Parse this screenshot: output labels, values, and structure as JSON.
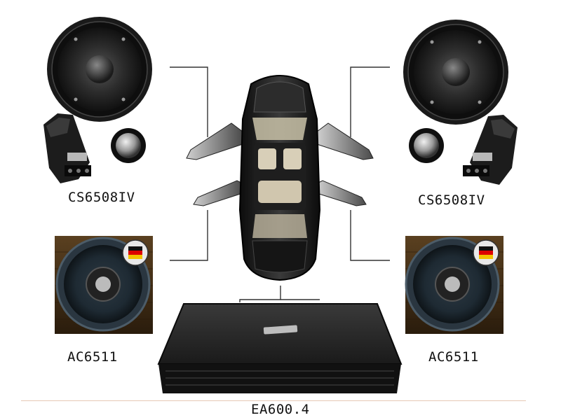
{
  "labels": {
    "component_left": "CS6508IV",
    "component_right": "CS6508IV",
    "coaxial_left": "AC6511",
    "coaxial_right": "AC6511",
    "amplifier": "EA600.4"
  },
  "colors": {
    "background": "#ffffff",
    "connector_lines": "#333333",
    "car_body": "#1a1a1a",
    "speaker_cone": "#2a2a2a",
    "coaxial_backdrop": "#3a2a18",
    "amplifier_body": "#1c1c1c",
    "divider": "#e7c9b5"
  },
  "icons": {
    "component_speaker": "speaker-woofer-icon",
    "tweeter": "tweeter-icon",
    "crossover": "crossover-icon",
    "coaxial_speaker": "coaxial-speaker-icon",
    "quality_badge": "german-quality-badge-icon",
    "car": "car-top-view-icon",
    "amplifier": "amplifier-icon"
  }
}
